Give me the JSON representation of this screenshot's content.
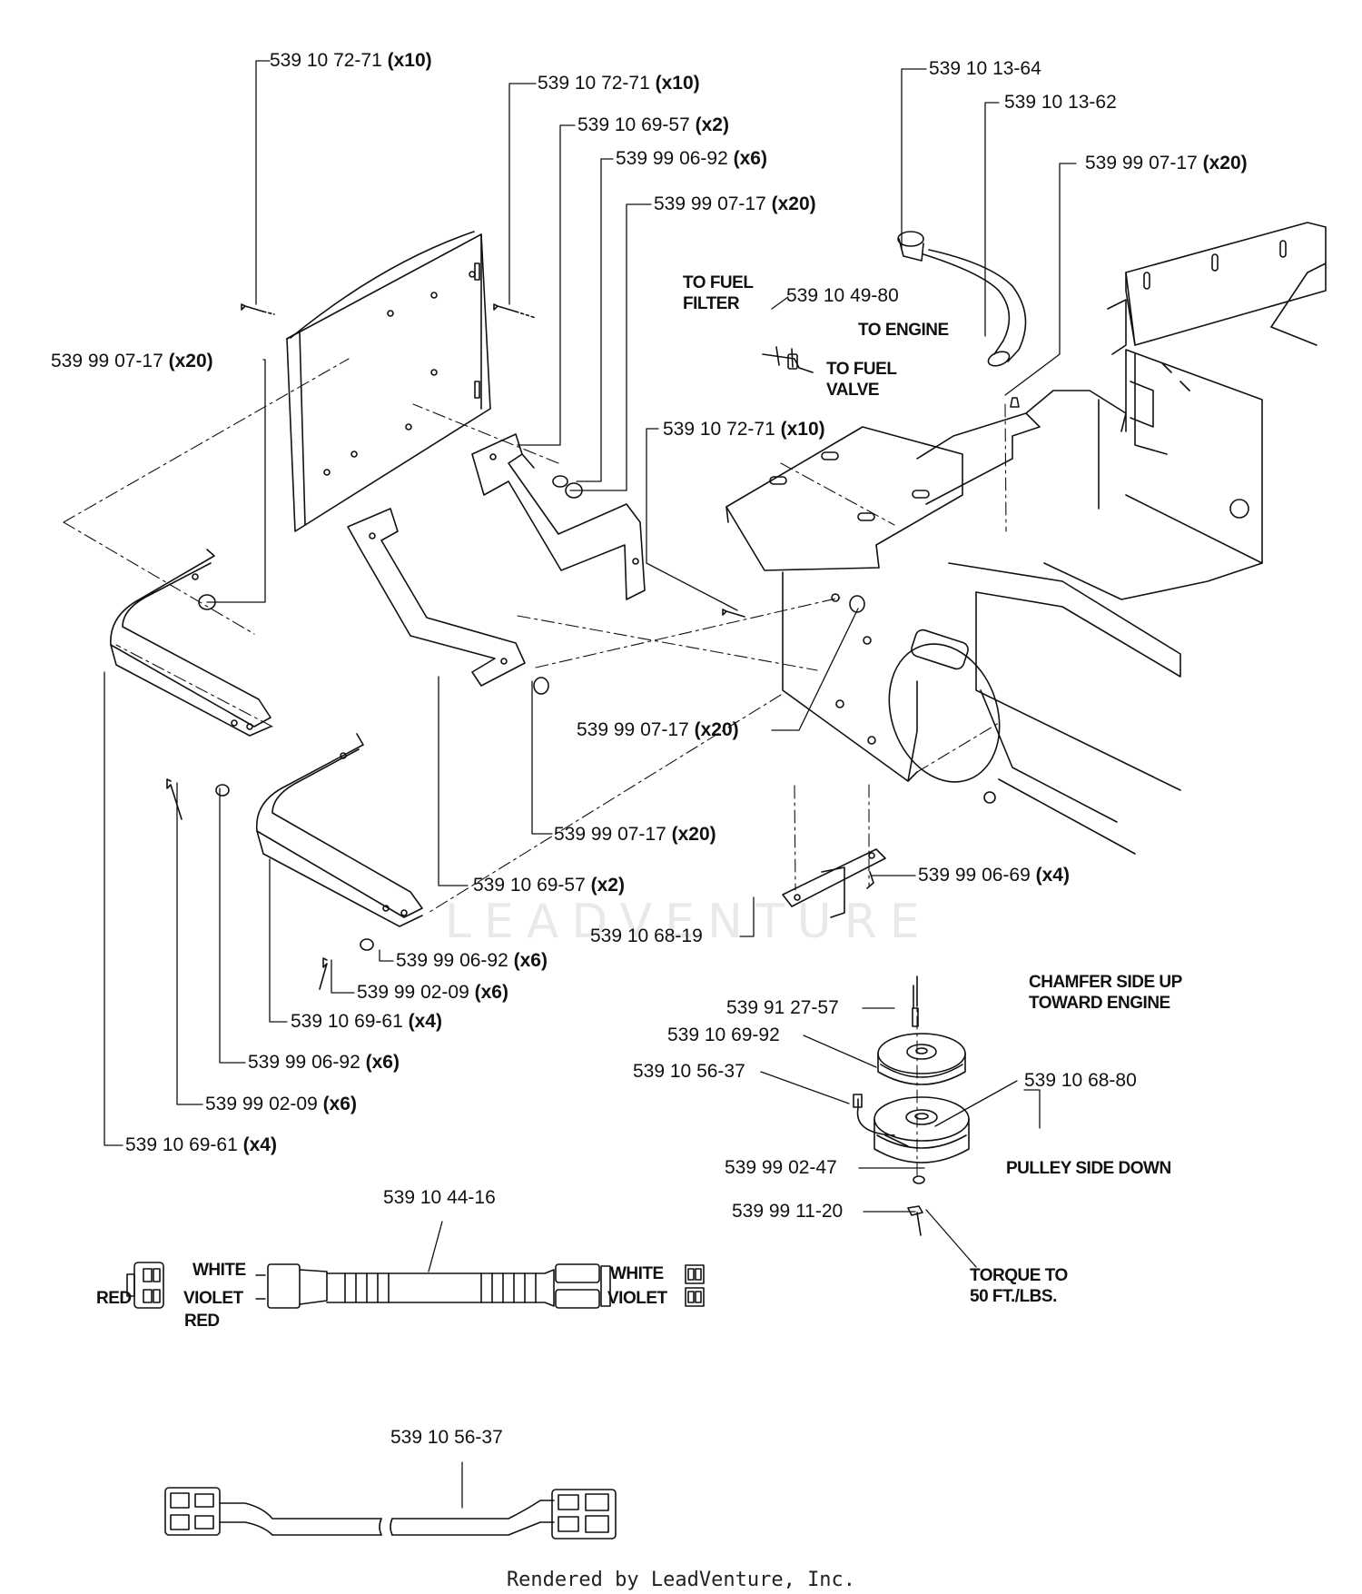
{
  "labels": [
    {
      "id": "l1",
      "part": "539 10 72-71",
      "qty": "(x10)"
    },
    {
      "id": "l2",
      "part": "539 10 72-71",
      "qty": "(x10)"
    },
    {
      "id": "l3",
      "part": "539 10 69-57",
      "qty": "(x2)"
    },
    {
      "id": "l4",
      "part": "539 99 06-92",
      "qty": "(x6)"
    },
    {
      "id": "l5",
      "part": "539 99 07-17",
      "qty": "(x20)"
    },
    {
      "id": "l6",
      "part": "539 99 07-17",
      "qty": "(x20)"
    },
    {
      "id": "l7",
      "part": "539 10 13-64",
      "qty": ""
    },
    {
      "id": "l8",
      "part": "539 10 13-62",
      "qty": ""
    },
    {
      "id": "l9",
      "part": "539 99 07-17",
      "qty": "(x20)"
    },
    {
      "id": "l10",
      "part": "539 10 49-80",
      "qty": ""
    },
    {
      "id": "l11",
      "part": "539 10 72-71",
      "qty": "(x10)"
    },
    {
      "id": "l12",
      "part": "539 99 07-17",
      "qty": "(x20)"
    },
    {
      "id": "l13",
      "part": "539 99 07-17",
      "qty": "(x20)"
    },
    {
      "id": "l14",
      "part": "539 10 69-57",
      "qty": "(x2)"
    },
    {
      "id": "l15",
      "part": "539 99 06-69",
      "qty": "(x4)"
    },
    {
      "id": "l16",
      "part": "539 10 68-19",
      "qty": ""
    },
    {
      "id": "l17",
      "part": "539 99 06-92",
      "qty": "(x6)"
    },
    {
      "id": "l18",
      "part": "539 99 02-09",
      "qty": "(x6)"
    },
    {
      "id": "l19",
      "part": "539 10 69-61",
      "qty": "(x4)"
    },
    {
      "id": "l20",
      "part": "539 99 06-92",
      "qty": "(x6)"
    },
    {
      "id": "l21",
      "part": "539 99 02-09",
      "qty": "(x6)"
    },
    {
      "id": "l22",
      "part": "539 10 69-61",
      "qty": "(x4)"
    },
    {
      "id": "l23",
      "part": "539 91 27-57",
      "qty": ""
    },
    {
      "id": "l24",
      "part": "539 10 69-92",
      "qty": ""
    },
    {
      "id": "l25",
      "part": "539 10 56-37",
      "qty": ""
    },
    {
      "id": "l26",
      "part": "539 10 68-80",
      "qty": ""
    },
    {
      "id": "l27",
      "part": "539 99 02-47",
      "qty": ""
    },
    {
      "id": "l28",
      "part": "539 99 11-20",
      "qty": ""
    },
    {
      "id": "l29",
      "part": "539 10 44-16",
      "qty": ""
    },
    {
      "id": "l30",
      "part": "539 10 56-37",
      "qty": ""
    }
  ],
  "notes": {
    "to_fuel_filter": "TO FUEL\nFILTER",
    "to_engine": "TO ENGINE",
    "to_fuel_valve": "TO FUEL\nVALVE",
    "chamfer": "CHAMFER SIDE UP\nTOWARD ENGINE",
    "pulley_side_down": "PULLEY SIDE DOWN",
    "torque": "TORQUE TO\n50 FT./LBS.",
    "white_left": "WHITE",
    "red_left": "RED",
    "violet_left": "VIOLET",
    "red_bottom": "RED",
    "white_right": "WHITE",
    "violet_right": "VIOLET"
  },
  "watermark": "LEADVENTURE",
  "footer": "Rendered by LeadVenture, Inc."
}
